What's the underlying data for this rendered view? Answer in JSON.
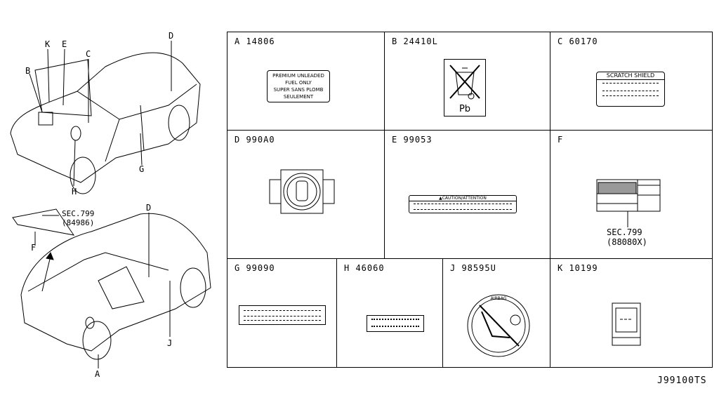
{
  "diagram_code": "J99100TS",
  "callouts": {
    "A": "A",
    "B": "B",
    "C": "C",
    "D": "D",
    "E": "E",
    "F": "F",
    "G": "G",
    "H": "H",
    "J": "J",
    "K": "K"
  },
  "sec_ref_left": {
    "sec": "SEC.799",
    "part": "(84986)"
  },
  "cells": [
    {
      "id": "A",
      "code": "A 14806",
      "text": [
        "PREMIUM UNLEADED",
        "FUEL ONLY",
        "SUPER SANS PLOMB",
        "SEULEMENT"
      ]
    },
    {
      "id": "B",
      "code": "B 24410L",
      "text": [
        "Pb"
      ]
    },
    {
      "id": "C",
      "code": "C 60170",
      "text": [
        "SCRATCH SHIELD"
      ]
    },
    {
      "id": "D",
      "code": "D 990A0"
    },
    {
      "id": "E",
      "code": "E 99053",
      "text": [
        "▲CAUTION/ATTENTION"
      ]
    },
    {
      "id": "F",
      "code": "F",
      "sec": "SEC.799",
      "part": "(88080X)"
    },
    {
      "id": "G",
      "code": "G 99090"
    },
    {
      "id": "H",
      "code": "H 46060"
    },
    {
      "id": "J",
      "code": "J 98595U",
      "text": [
        "AIRBAG"
      ]
    },
    {
      "id": "K",
      "code": "K 10199"
    }
  ]
}
